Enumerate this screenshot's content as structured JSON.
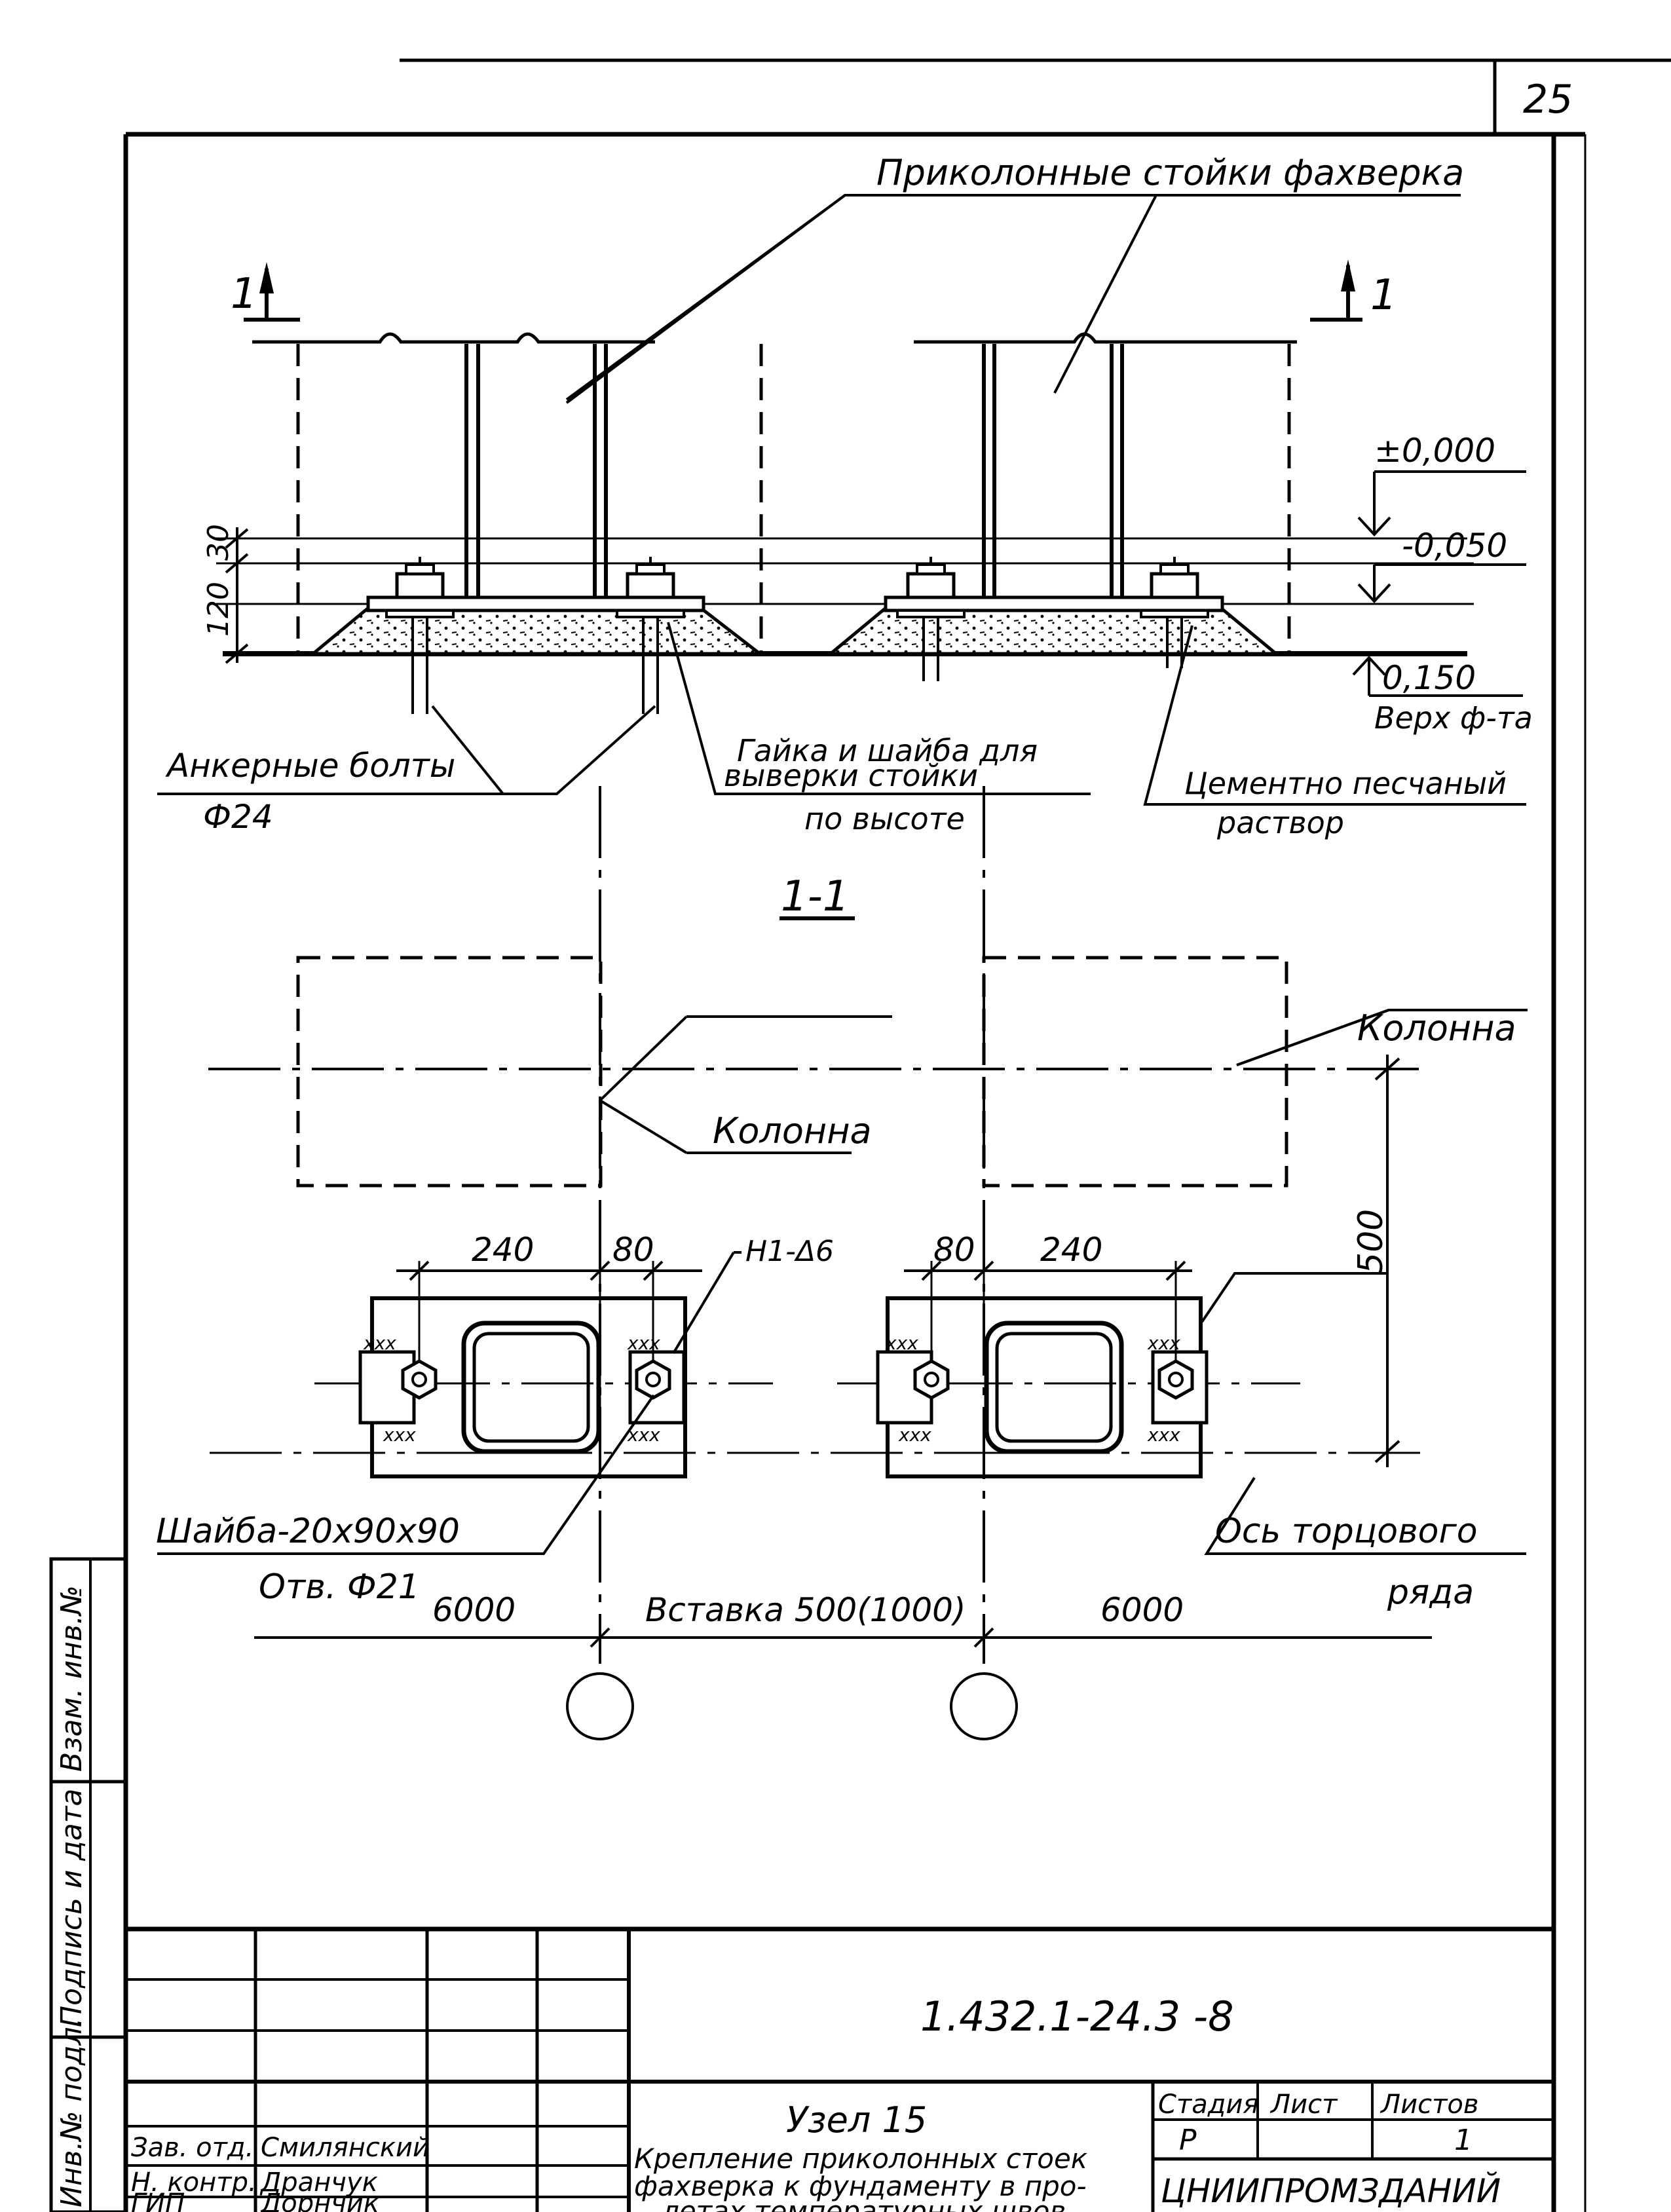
{
  "sheet": {
    "page_number": "25",
    "drawing_code": "1.432.1-24.3 -8"
  },
  "elevation": {
    "title": "Приколонные стойки фахверка",
    "section_mark": "1",
    "level_zero": "±0,000",
    "level_grout": "-0,050",
    "level_foundation": "0,150",
    "foundation_label": "Верх ф-та",
    "dim_120": "120",
    "dim_30": "30",
    "anchor_label_1": "Анкерные болты",
    "anchor_label_2": "Ф24",
    "nut_label_1": "Гайка и шайба для",
    "nut_label_2": "выверки стойки",
    "nut_label_3": "по высоте",
    "mortar_label_1": "Цементно песчаный",
    "mortar_label_2": "раствор"
  },
  "plan": {
    "section_title": "1-1",
    "column_label": "Колонна",
    "dim_240": "240",
    "dim_80": "80",
    "weld_label": "Н1-Δ6",
    "dim_500": "500",
    "washer_label_1": "Шайба-20х90х90",
    "washer_label_2": "Отв. Ф21",
    "axis_label_1": "Ось торцового",
    "axis_label_2": "ряда",
    "span_left": "6000",
    "span_middle": "Вставка 500(1000)",
    "span_right": "6000"
  },
  "side_stamp": {
    "field_1": "Взам. инв.№",
    "field_2": "Подпись и дата",
    "field_3": "Инв.№ подл."
  },
  "title_block": {
    "role_1": "Зав. отд.",
    "name_1": "Смилянский",
    "role_2": "Н. контр.",
    "name_2": "Дранчук",
    "role_3": "ГИП",
    "name_3": "Дорнчик",
    "node_title": "Узел 15",
    "desc_1": "Крепление приколонных стоек",
    "desc_2": "фахверка к фундаменту в про-",
    "desc_3": "летах температурных швов",
    "stage_header": "Стадия",
    "sheet_header": "Лист",
    "sheets_header": "Листов",
    "stage_value": "Р",
    "sheets_value": "1",
    "org": "ЦНИИПРОМЗДАНИЙ"
  }
}
